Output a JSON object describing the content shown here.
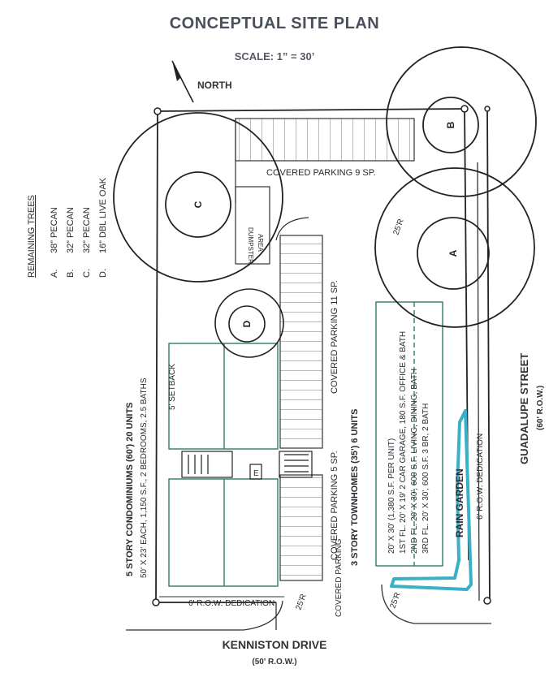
{
  "title": "CONCEPTUAL SITE PLAN",
  "scale": "SCALE: 1” = 30’",
  "north": "NORTH",
  "trees": {
    "heading": "REMAINING TREES",
    "items": [
      {
        "letter": "A.",
        "desc": "38” PECAN"
      },
      {
        "letter": "B.",
        "desc": "32” PECAN"
      },
      {
        "letter": "C.",
        "desc": "32” PECAN"
      },
      {
        "letter": "D.",
        "desc": "16” DBL LIVE OAK"
      }
    ],
    "markers": {
      "a": "A",
      "b": "B",
      "c": "C",
      "d": "D"
    }
  },
  "labels": {
    "covered_parking_top": "COVERED PARKING   9 SP.",
    "dumpster": "DUMPSTER",
    "dumpster_area": "AREA",
    "covered_parking_mid": "COVERED PARKING  11 SP.",
    "covered_parking_low": "COVERED PARKING    5 SP.",
    "covered_parking_bottom": "COVERED PARKING",
    "setback": "5' SETBACK",
    "elevator": "E",
    "radius_top": "25'R",
    "radius_bottom_left": "25'R",
    "radius_bottom_right": "25'R",
    "row_dedication_bottom": "6' R.O.W. DEDICATION",
    "row_dedication_right": "6' R.O.W. DEDICATION",
    "rain_garden": "RAIN GARDEN"
  },
  "condos": {
    "title": "5 STORY CONDOMINIUMS (60') 20 UNITS",
    "detail": "50' X 23' EACH, 1,150 S.F., 2 BEDROOMS, 2.5 BATHS"
  },
  "townhomes": {
    "title": "3 STORY TOWNHOMES (35') 6 UNITS",
    "lines": [
      "20' X 30' (1,380 S.F. PER UNIT)",
      "1ST FL.  20' X 19' 2 CAR GARAGE, 180 S.F. OFFICE & BATH",
      "2ND FL.  20' X 30', 600 S.F. LIVING, DINING, BATH",
      "3RD FL.  20' X 30', 600 S.F. 3 BR, 2 BATH"
    ]
  },
  "streets": {
    "kenniston": "KENNISTON DRIVE",
    "kenniston_row": "(50' R.O.W.)",
    "guadalupe": "GUADALUPE STREET",
    "guadalupe_row": "(60' R.O.W.)"
  },
  "colors": {
    "ink": "#2a2a33",
    "building": "#2e7d5b",
    "rain_garden": "#38b0c8"
  }
}
